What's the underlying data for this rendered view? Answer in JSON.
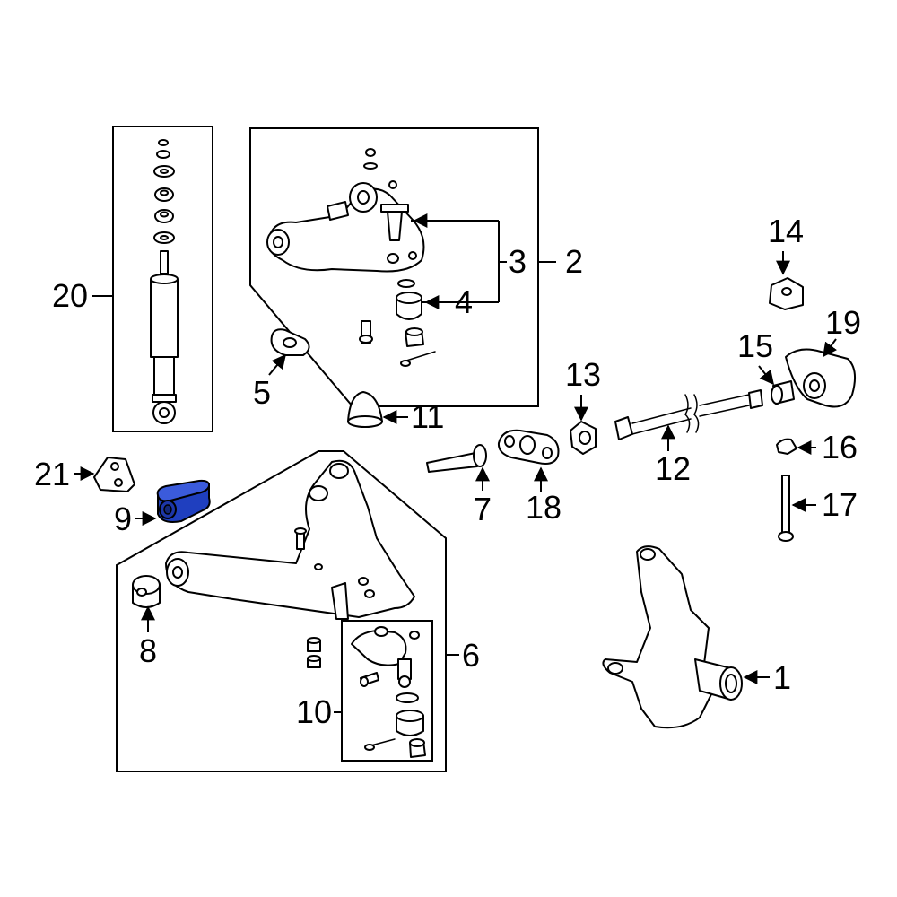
{
  "callouts": {
    "c1": "1",
    "c2": "2",
    "c3": "3",
    "c4": "4",
    "c5": "5",
    "c6": "6",
    "c7": "7",
    "c8": "8",
    "c9": "9",
    "c10": "10",
    "c11": "11",
    "c12": "12",
    "c13": "13",
    "c14": "14",
    "c15": "15",
    "c16": "16",
    "c17": "17",
    "c18": "18",
    "c19": "19",
    "c20": "20",
    "c21": "21"
  },
  "colors": {
    "highlight": "#1f3fbf",
    "highlight_light": "#3b5bdb",
    "line": "#000000",
    "background": "#ffffff"
  },
  "highlighted_part": "9"
}
